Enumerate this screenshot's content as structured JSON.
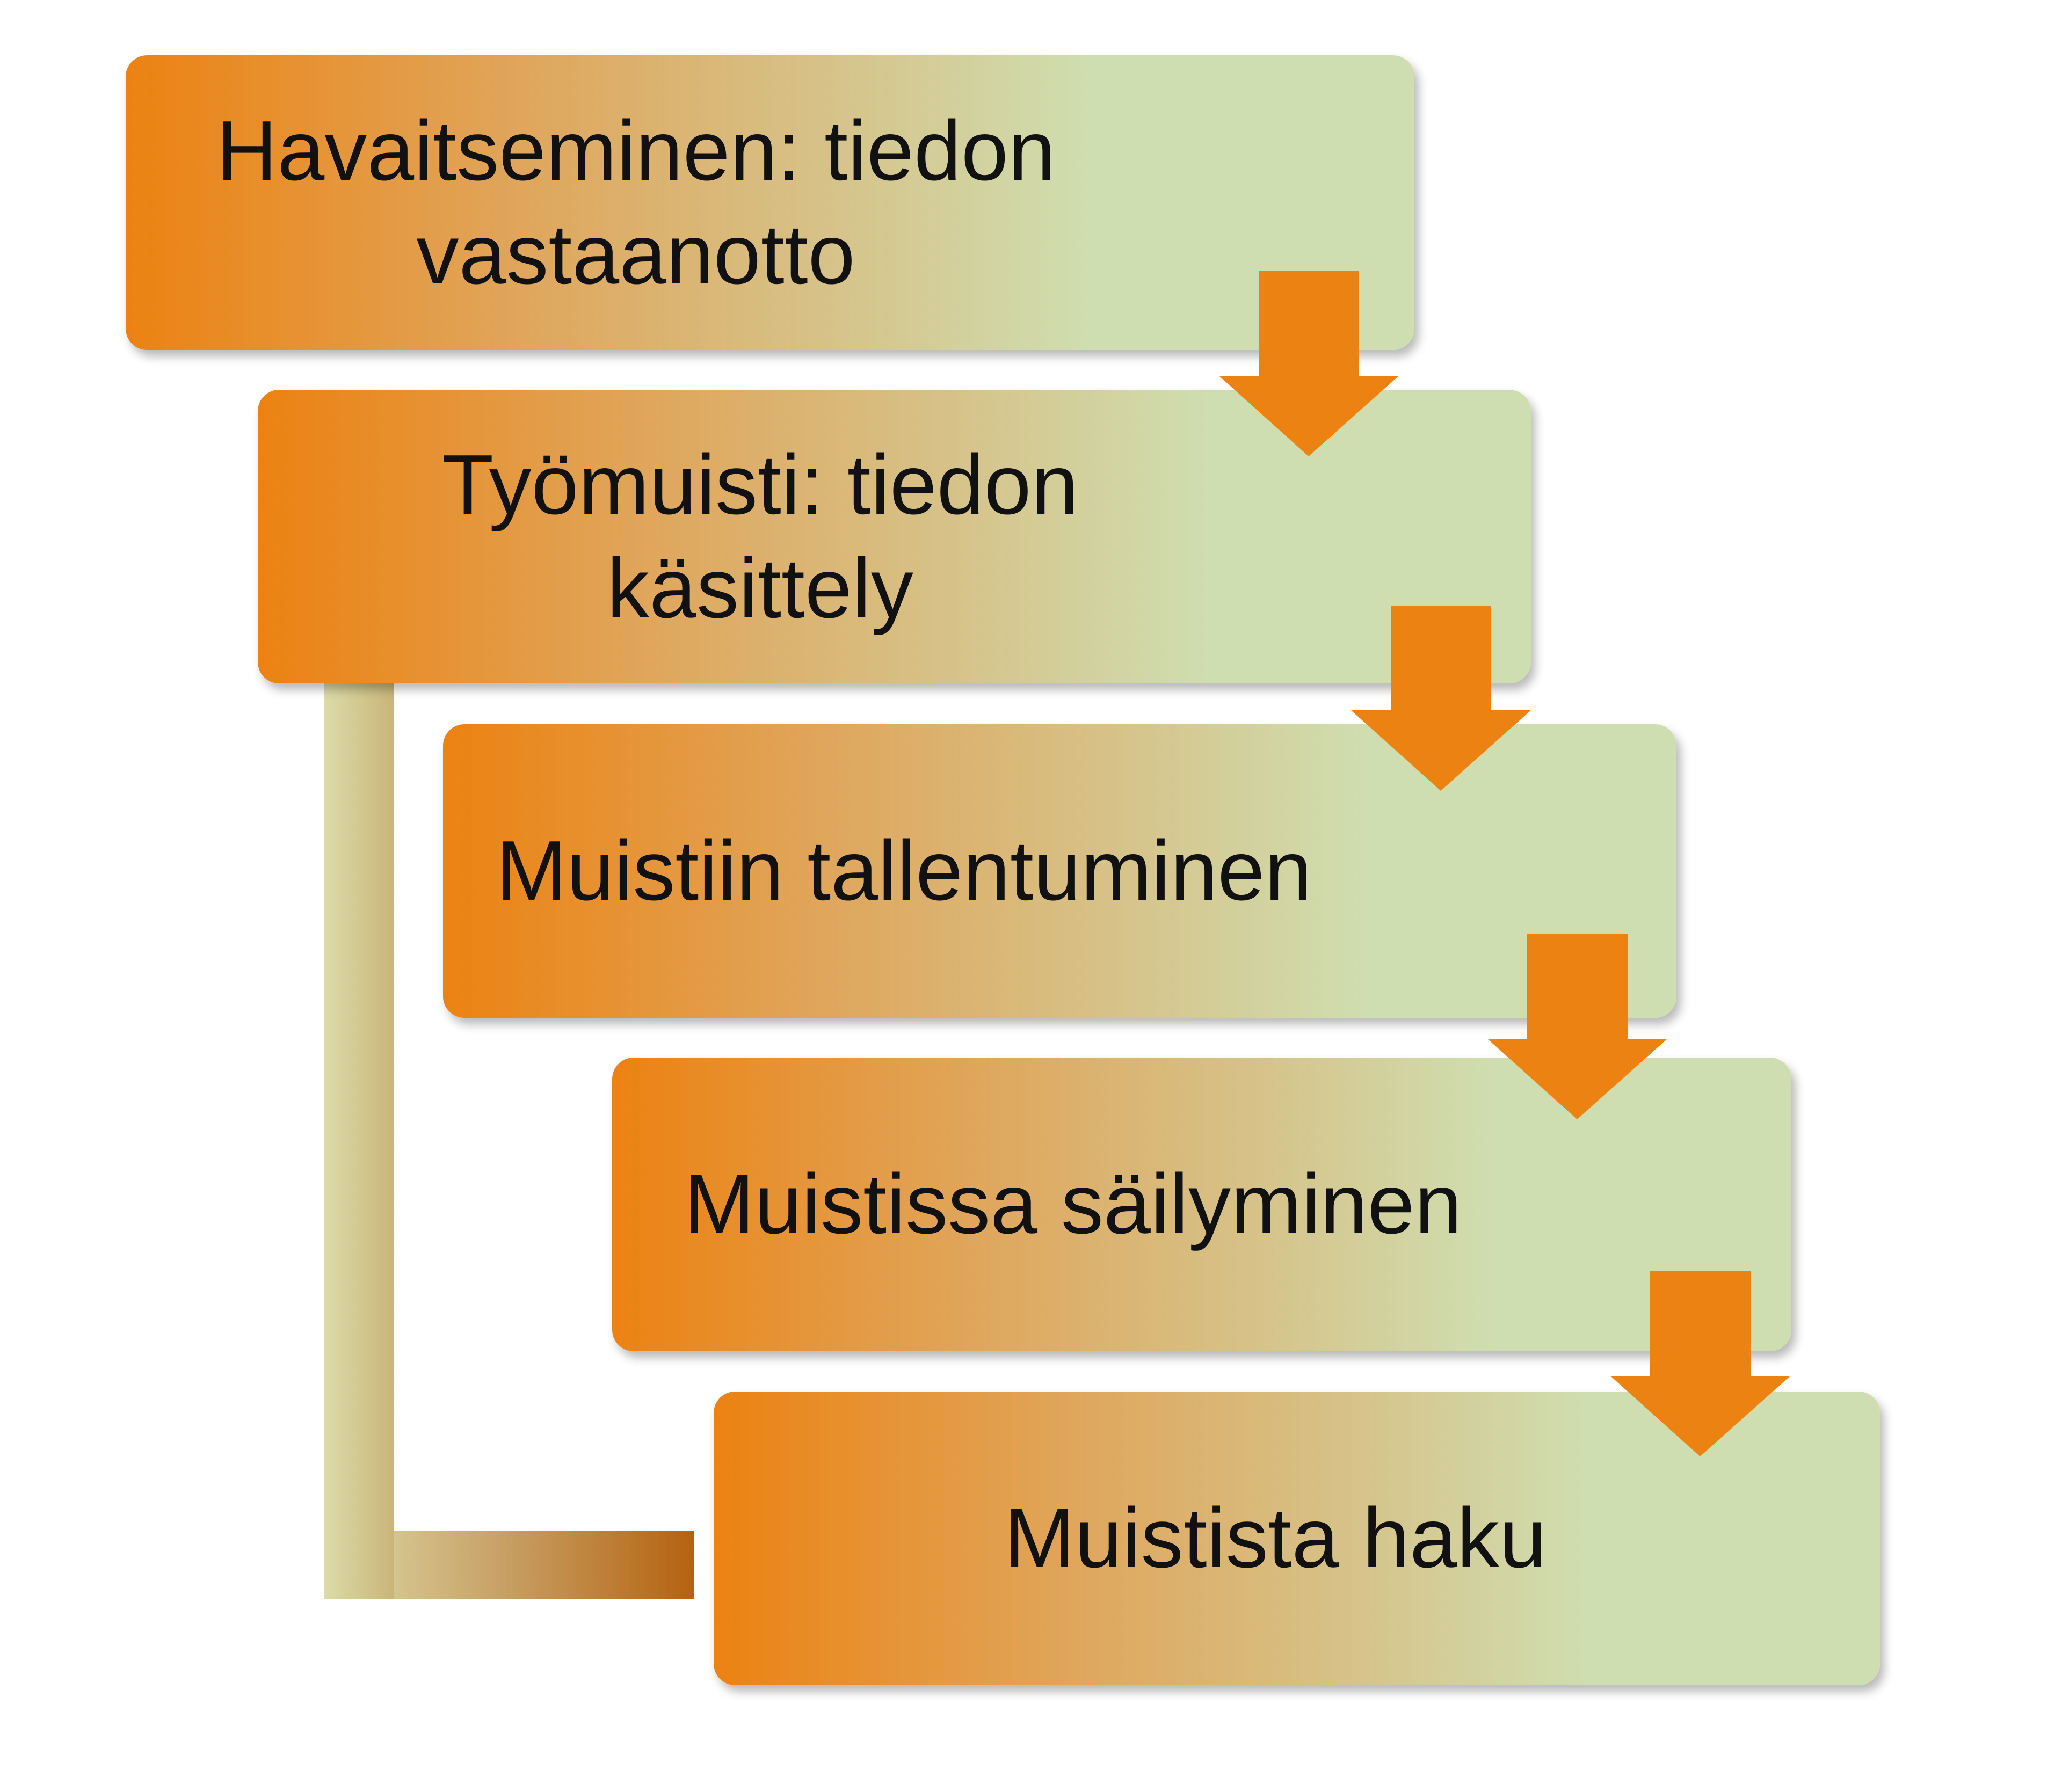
{
  "steps": [
    {
      "line1": "Havaitseminen: tiedon",
      "line2": "vastaanotto"
    },
    {
      "line1": "Työmuisti: tiedon",
      "line2": "käsittely"
    },
    {
      "line1": "Muistiin tallentuminen",
      "line2": ""
    },
    {
      "line1": "Muistissa säilyminen",
      "line2": ""
    },
    {
      "line1": "Muistista haku",
      "line2": ""
    }
  ],
  "colors": {
    "orange": "#ec8212",
    "green": "#cfdeb0",
    "feedback_light": "#d8d9a4",
    "feedback_dark": "#b5620f"
  }
}
